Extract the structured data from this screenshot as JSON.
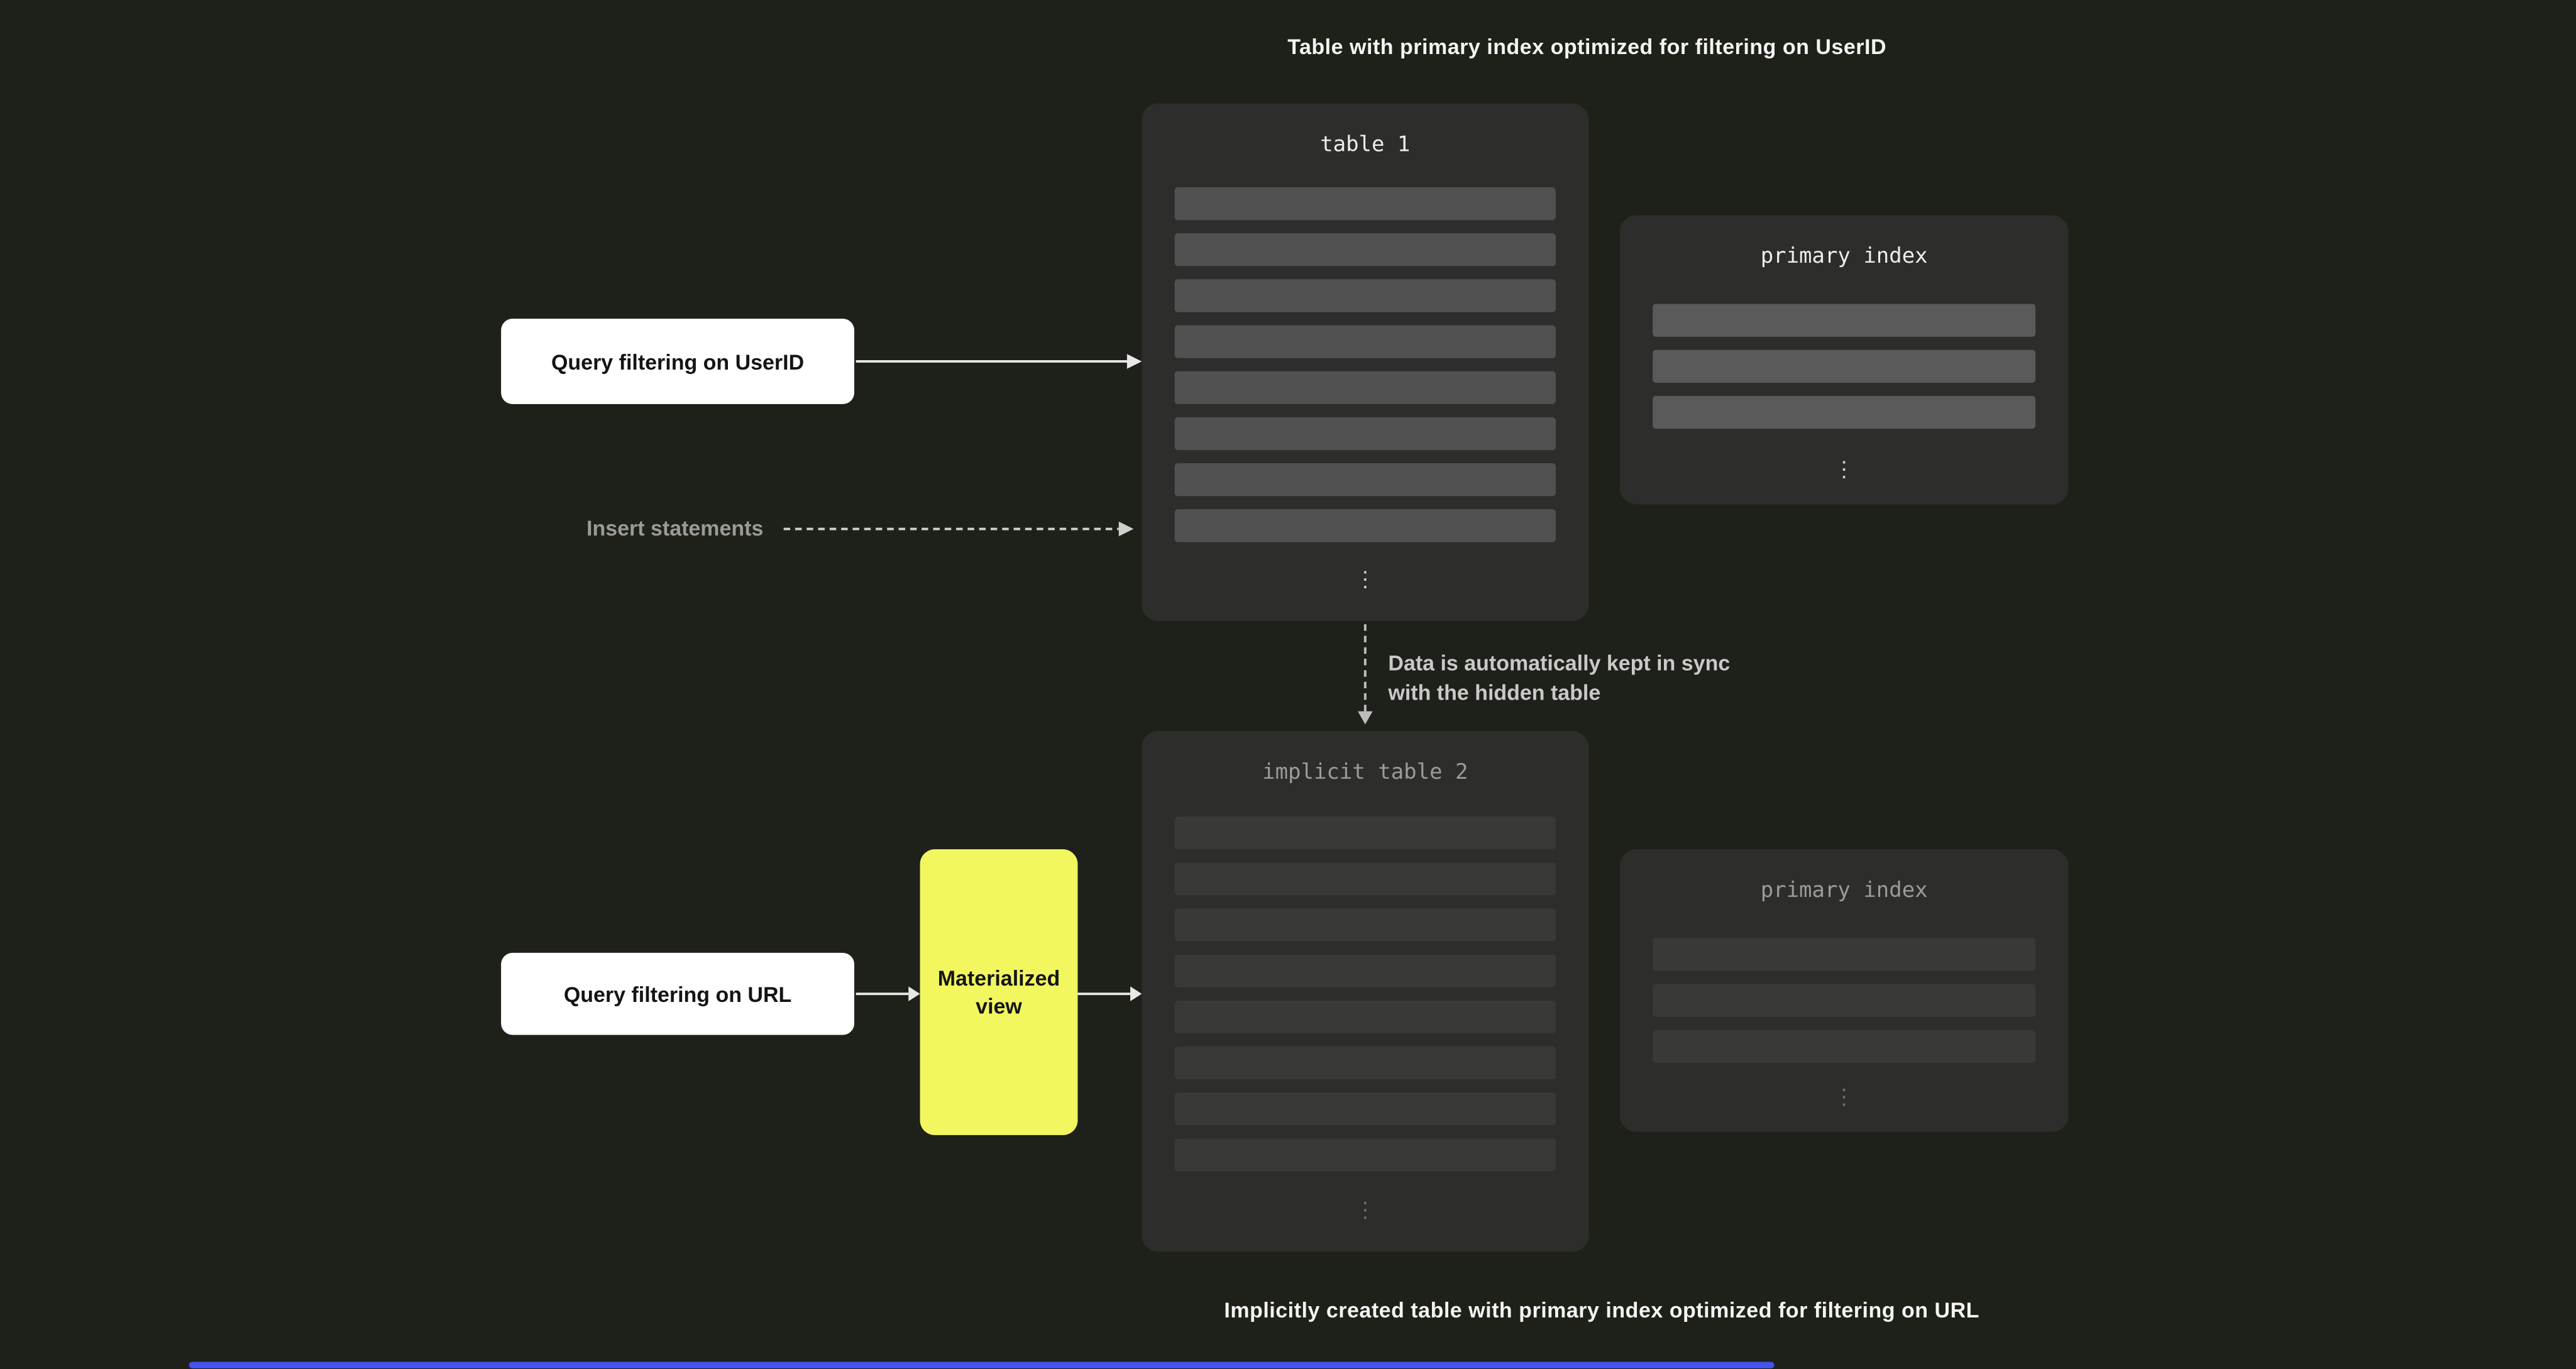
{
  "theme": {
    "background": "#1e201a",
    "panel_bg": "#2d2e2b",
    "accent_yellow": "#f2f75f",
    "progress_blue": "#4353f0"
  },
  "captions": {
    "top": "Table with primary index optimized for filtering on UserID",
    "bottom": "Implicitly created table with primary index optimized for filtering on URL"
  },
  "labels": {
    "insert_statements": "Insert statements",
    "sync_note": "Data is automatically kept in sync with the hidden table"
  },
  "query_boxes": {
    "userid": "Query filtering on UserID",
    "url": "Query filtering on URL",
    "materialized_view": "Materialized view"
  },
  "panels": {
    "table1": {
      "title": "table 1",
      "row_count": 8,
      "ellipsis": "⋮"
    },
    "index1": {
      "title": "primary index",
      "row_count": 3,
      "ellipsis": "⋮"
    },
    "table2": {
      "title": "implicit table 2",
      "row_count": 8,
      "ellipsis": "⋮"
    },
    "index2": {
      "title": "primary index",
      "row_count": 3,
      "ellipsis": "⋮"
    }
  }
}
